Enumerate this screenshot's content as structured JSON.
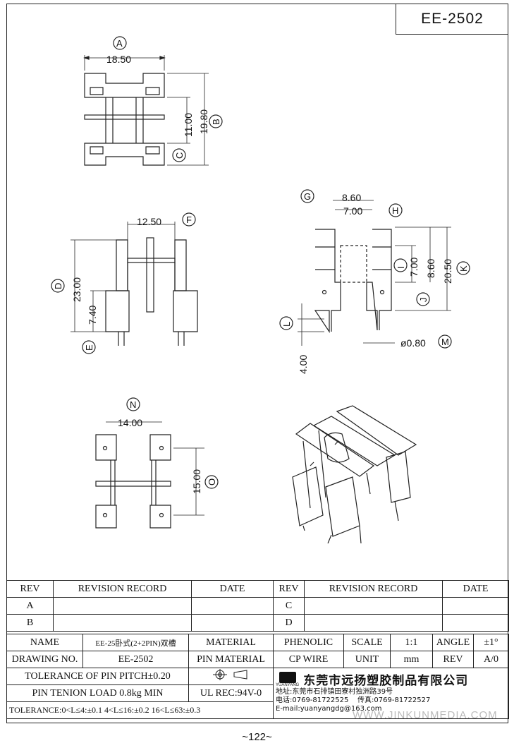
{
  "part_number": "EE-2502",
  "views": {
    "front": {
      "dim_a": "18.50",
      "callout_a": "A",
      "dim_b_inner": "11.00",
      "dim_b_total": "19.80",
      "callout_b": "B",
      "callout_c": "C"
    },
    "side": {
      "dim_f": "12.50",
      "callout_f": "F",
      "dim_d": "23.00",
      "callout_d": "D",
      "dim_e": "7.40",
      "callout_e": "E"
    },
    "right": {
      "dim_g": "8.60",
      "callout_g": "G",
      "dim_h": "7.00",
      "callout_h": "H",
      "dim_i": "7.00",
      "callout_i": "I",
      "dim_j": "8.60",
      "callout_j": "J",
      "dim_k": "20.50",
      "callout_k": "K",
      "dim_l": "4.00",
      "callout_l": "L",
      "dim_m": "ø0.80",
      "callout_m": "M"
    },
    "bottom": {
      "dim_n": "14.00",
      "callout_n": "N",
      "dim_o": "15.00",
      "callout_o": "O"
    }
  },
  "revision": {
    "headers": {
      "rev": "REV",
      "record": "REVISION RECORD",
      "date": "DATE"
    },
    "rows_left": [
      "A",
      "B"
    ],
    "rows_right": [
      "C",
      "D"
    ]
  },
  "info": {
    "name_label": "NAME",
    "name_value": "EE-25卧式(2+2PIN)双槽",
    "material_label": "MATERIAL",
    "material_value": "PHENOLIC",
    "scale_label": "SCALE",
    "scale_value": "1:1",
    "angle_label": "ANGLE",
    "angle_value": "±1°",
    "drawing_no_label": "DRAWING NO.",
    "drawing_no_value": "EE-2502",
    "pin_material_label": "PIN MATERIAL",
    "pin_material_value": "CP WIRE",
    "unit_label": "UNIT",
    "unit_value": "mm",
    "rev_label": "REV",
    "rev_value": "A/0",
    "tol_pitch": "TOLERANCE OF PIN PITCH±0.20",
    "pin_load": "PIN TENION LOAD 0.8kg MIN",
    "ul_rec": "UL REC:94V-0",
    "tolerance": "TOLERANCE:0<L≤4:±0.1  4<L≤16:±0.2  16<L≤63:±0.3",
    "logo_text": "YUANYANG",
    "company": "东莞市远扬塑胶制品有限公司",
    "address": "地址:东莞市石排镇田寮村独洲路39号",
    "phone": "电话:0769-81722525",
    "fax": "传真:0769-81722527",
    "email": "E-mail:yuanyangdg@163.com"
  },
  "watermark": "WWW.JINKUNMEDIA.COM",
  "page_number": "~122~"
}
